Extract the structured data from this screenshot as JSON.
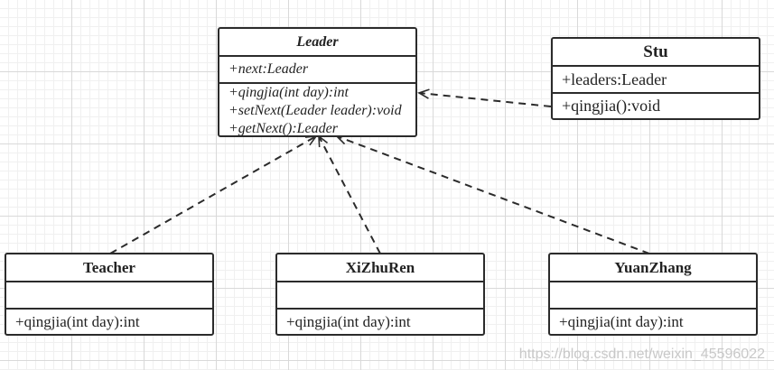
{
  "classes": {
    "leader": {
      "name": "Leader",
      "attributes": [
        "+next:Leader"
      ],
      "methods": [
        "+qingjia(int day):int",
        "+setNext(Leader leader):void",
        "+getNext():Leader"
      ]
    },
    "stu": {
      "name": "Stu",
      "attributes": [
        "+leaders:Leader"
      ],
      "methods": [
        "+qingjia():void"
      ]
    },
    "teacher": {
      "name": "Teacher",
      "methods": [
        "+qingjia(int day):int"
      ]
    },
    "xizhuren": {
      "name": "XiZhuRen",
      "methods": [
        "+qingjia(int day):int"
      ]
    },
    "yuanzhang": {
      "name": "YuanZhang",
      "methods": [
        "+qingjia(int day):int"
      ]
    }
  },
  "relations": [
    {
      "from": "stu",
      "to": "leader",
      "type": "dependency"
    },
    {
      "from": "teacher",
      "to": "leader",
      "type": "realization"
    },
    {
      "from": "xizhuren",
      "to": "leader",
      "type": "realization"
    },
    {
      "from": "yuanzhang",
      "to": "leader",
      "type": "realization"
    }
  ],
  "watermark": "https://blog.csdn.net/weixin_45596022"
}
